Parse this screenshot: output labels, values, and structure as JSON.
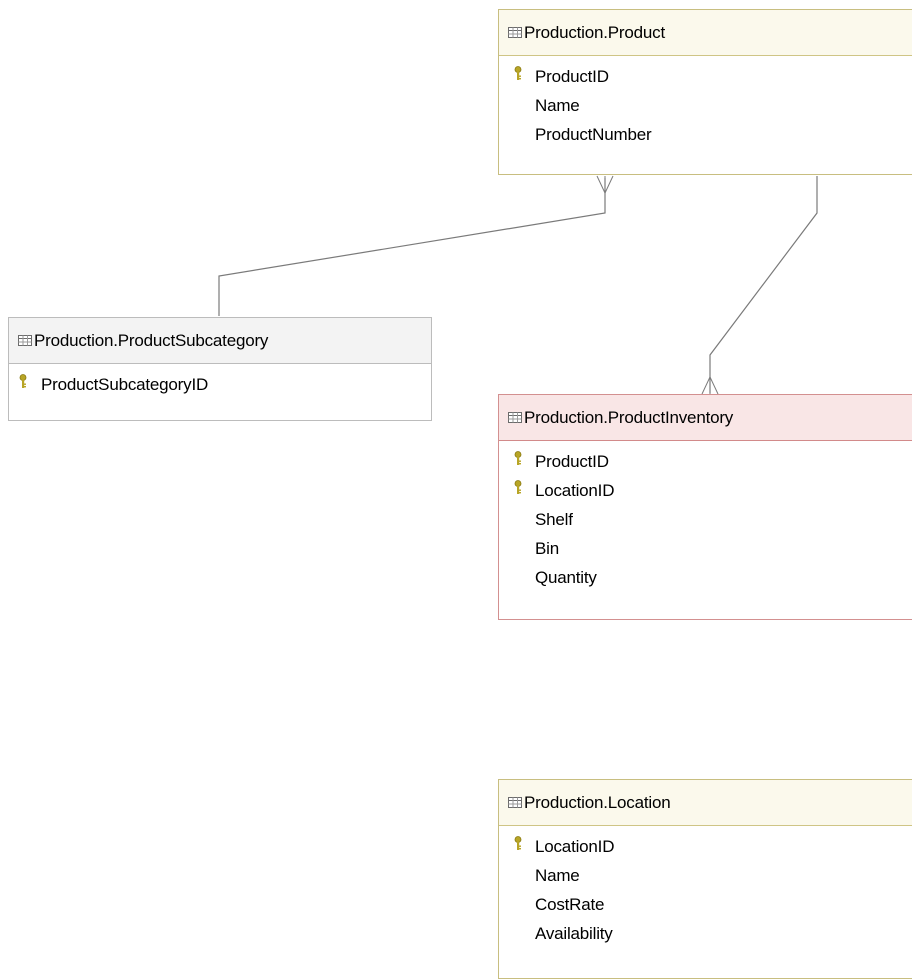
{
  "diagram": {
    "tables": [
      {
        "id": "product",
        "title": "Production.Product",
        "tone": "yellow",
        "icon": "table-grid-icon",
        "fields": [
          {
            "name": "ProductID",
            "primary_key": true
          },
          {
            "name": "Name",
            "primary_key": false
          },
          {
            "name": "ProductNumber",
            "primary_key": false
          }
        ]
      },
      {
        "id": "productsubcategory",
        "title": "Production.ProductSubcategory",
        "tone": "gray",
        "icon": "table-grid-icon",
        "fields": [
          {
            "name": "ProductSubcategoryID",
            "primary_key": true
          }
        ]
      },
      {
        "id": "productinventory",
        "title": "Production.ProductInventory",
        "tone": "red",
        "icon": "table-grid-icon",
        "fields": [
          {
            "name": "ProductID",
            "primary_key": true
          },
          {
            "name": "LocationID",
            "primary_key": true
          },
          {
            "name": "Shelf",
            "primary_key": false
          },
          {
            "name": "Bin",
            "primary_key": false
          },
          {
            "name": "Quantity",
            "primary_key": false
          }
        ]
      },
      {
        "id": "location",
        "title": "Production.Location",
        "tone": "yellow",
        "icon": "table-grid-icon",
        "fields": [
          {
            "name": "LocationID",
            "primary_key": true
          },
          {
            "name": "Name",
            "primary_key": false
          },
          {
            "name": "CostRate",
            "primary_key": false
          },
          {
            "name": "Availability",
            "primary_key": false
          }
        ]
      }
    ],
    "relationships": [
      {
        "from": "productsubcategory",
        "to": "product",
        "many_side": "product"
      },
      {
        "from": "product",
        "to": "productinventory",
        "many_side": "productinventory"
      }
    ],
    "colors": {
      "connector": "#7a7a7a",
      "key_icon": "#b0a22a",
      "header_yellow": "#fbf9ec",
      "header_gray": "#f3f3f3",
      "header_red": "#f9e6e6"
    }
  }
}
